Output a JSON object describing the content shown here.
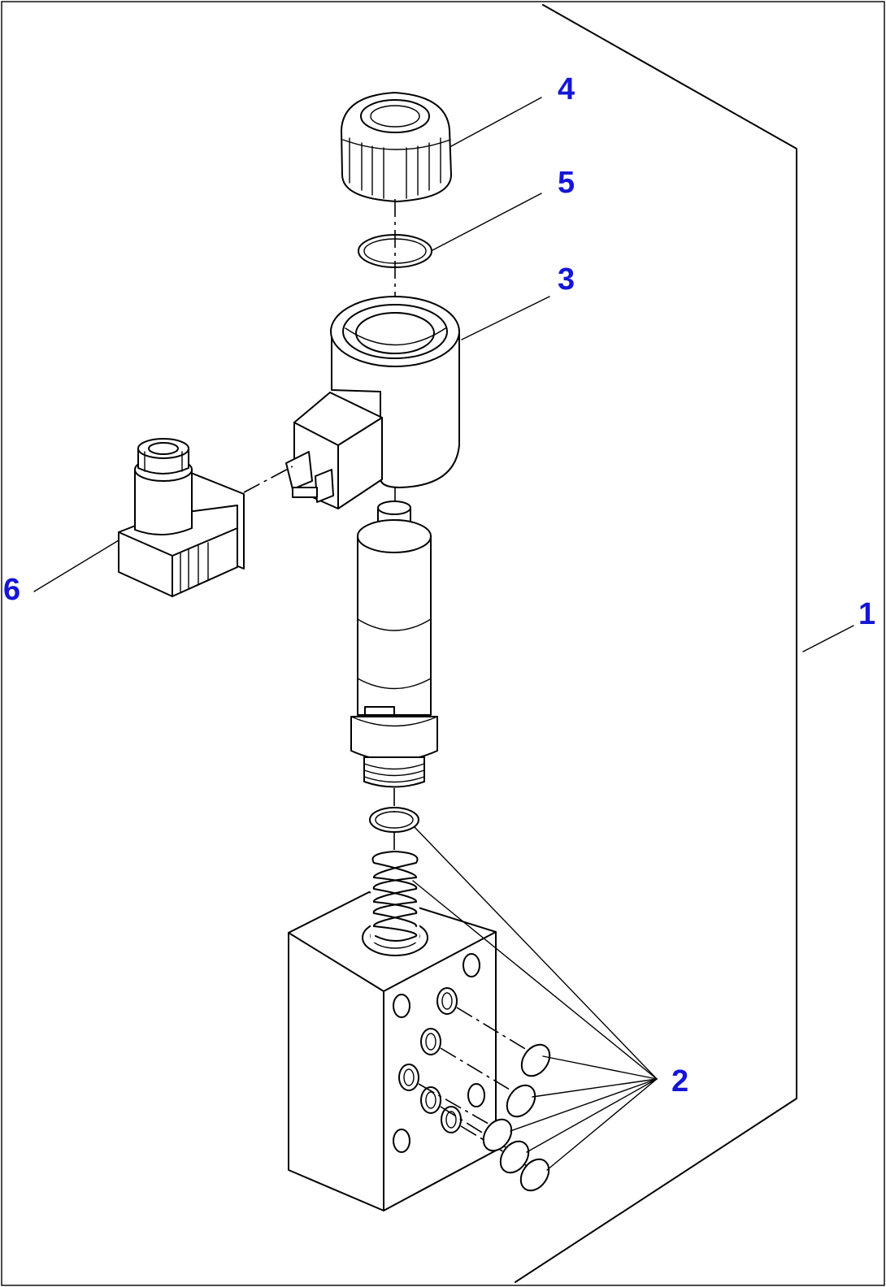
{
  "callouts": [
    {
      "id": "c1",
      "label": "1"
    },
    {
      "id": "c2",
      "label": "2"
    },
    {
      "id": "c3",
      "label": "3"
    },
    {
      "id": "c4",
      "label": "4"
    },
    {
      "id": "c5",
      "label": "5"
    },
    {
      "id": "c6",
      "label": "6"
    }
  ],
  "colors": {
    "callout": "#1515d8",
    "line": "#000000",
    "background": "#ffffff"
  }
}
